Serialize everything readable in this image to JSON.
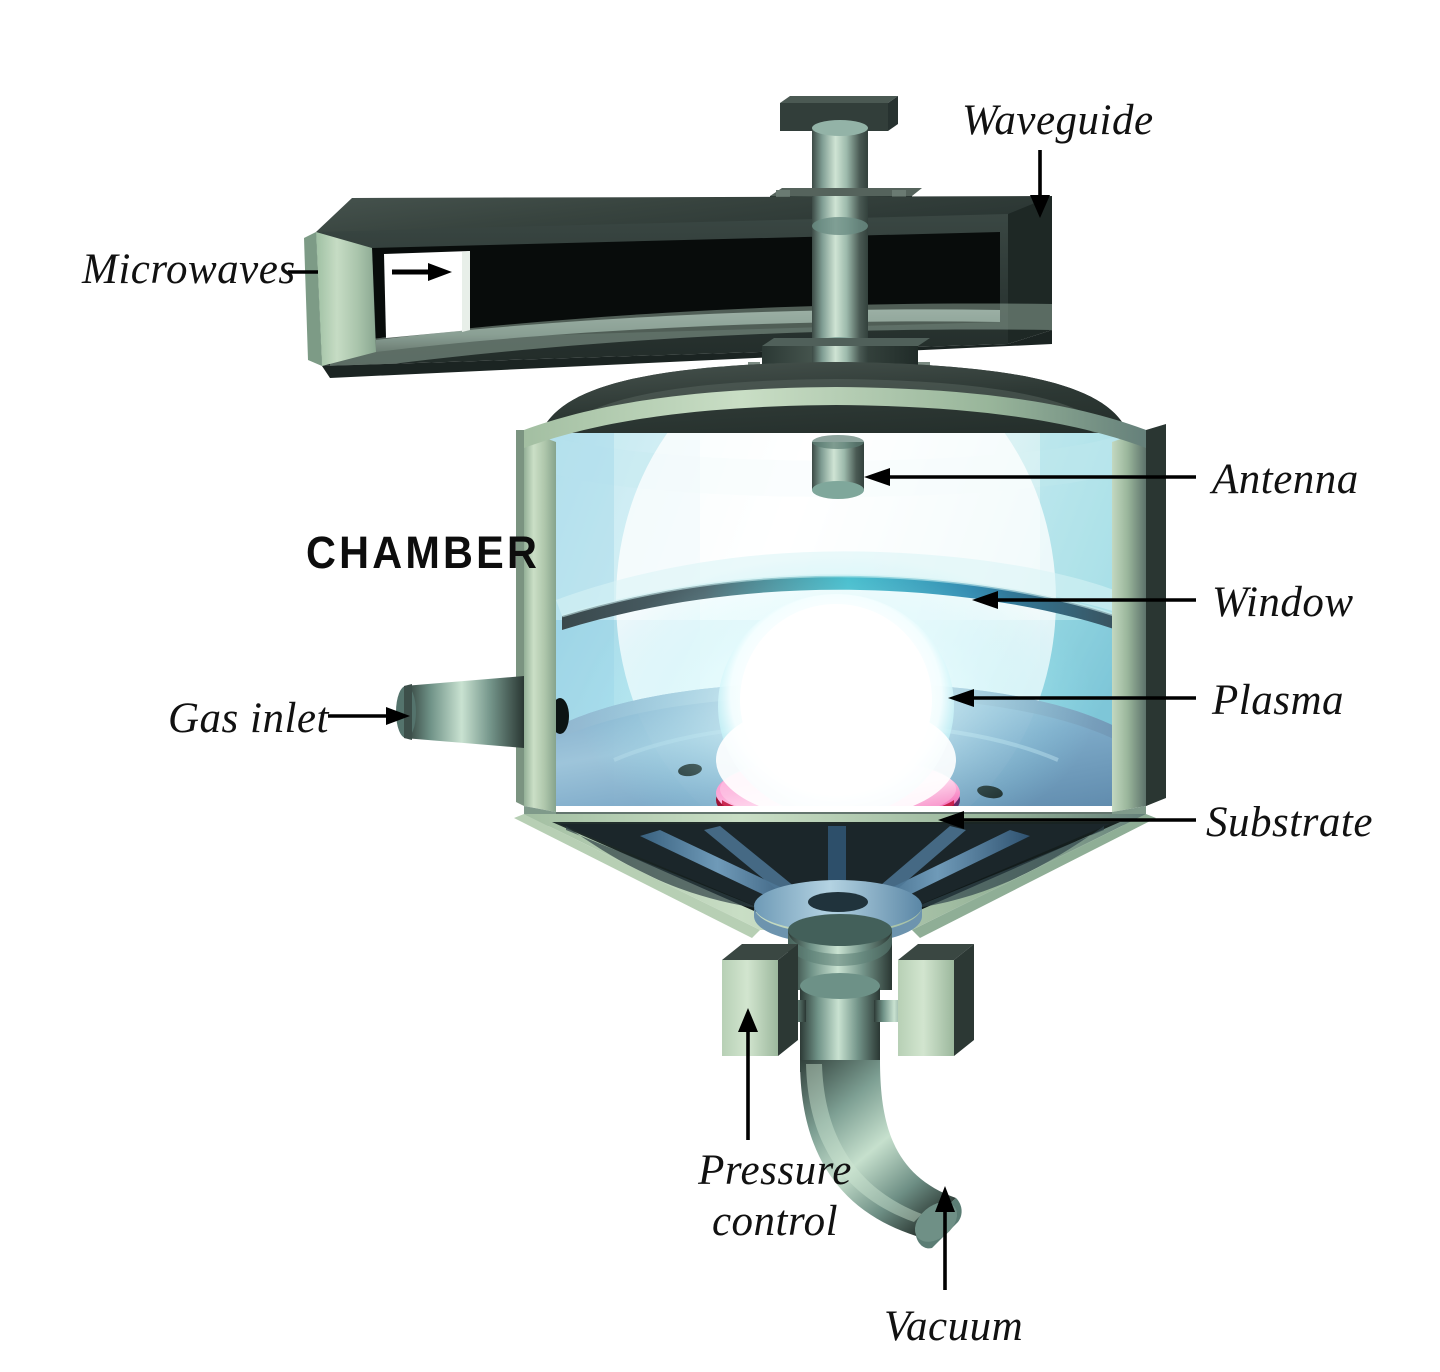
{
  "figure": {
    "title": "Microwave plasma chemical vapor deposition reactor cutaway",
    "background_color": "#ffffff"
  },
  "labels": {
    "microwaves": "Microwaves",
    "waveguide": "Waveguide",
    "chamber": "CHAMBER",
    "antenna": "Antenna",
    "window": "Window",
    "plasma": "Plasma",
    "substrate": "Substrate",
    "gas_inlet": "Gas inlet",
    "pressure_control_line1": "Pressure",
    "pressure_control_line2": "control",
    "vacuum": "Vacuum"
  },
  "colors": {
    "metal_light": "#c6d8c4",
    "metal_mid": "#8fae96",
    "metal_dark": "#2b3733",
    "waveguide_dark": "#2f3a36",
    "waveguide_interior": "#0b0f0e",
    "chamber_wall": "#b9cdb4",
    "chamber_lid": "#2c3733",
    "interior_cyan": "#a8e4ea",
    "interior_blue": "#7fa8c8",
    "plasma_white": "#ffffff",
    "plasma_halo": "#63e0e8",
    "substrate_pink": "#f472b6",
    "substrate_red": "#d6173a",
    "window_grey": "#47575c",
    "leader_line": "#000000",
    "text": "#111111"
  },
  "components": [
    {
      "name": "waveguide",
      "description": "rectangular microwave duct entering from upper left"
    },
    {
      "name": "antenna",
      "description": "metal cylinder protruding into chamber top"
    },
    {
      "name": "window",
      "description": "thin curved dielectric plate across chamber"
    },
    {
      "name": "plasma",
      "description": "bright white glowing sphere above substrate"
    },
    {
      "name": "substrate",
      "description": "pink circular disc below plasma"
    },
    {
      "name": "gas-inlet",
      "description": "cylindrical tube entering chamber wall at left"
    },
    {
      "name": "pressure-control",
      "description": "valve blocks on exhaust pipe"
    },
    {
      "name": "vacuum",
      "description": "curved exhaust pipe at bottom"
    }
  ]
}
